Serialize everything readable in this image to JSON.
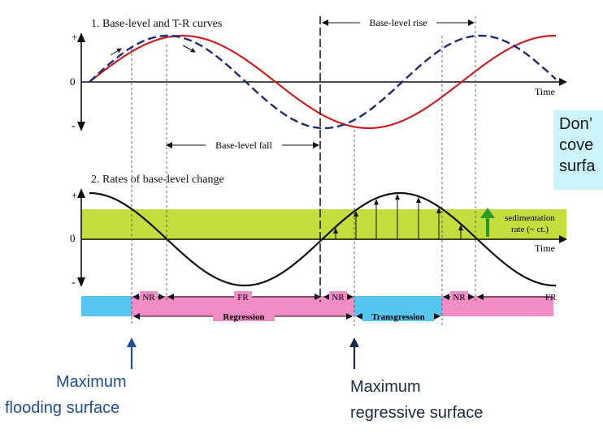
{
  "panel1": {
    "title": "1. Base-level and T-R curves",
    "y_plus": "+",
    "y_zero": "0",
    "y_minus": "-",
    "time_label": "Time",
    "base_level_rise": "Base-level rise",
    "base_level_fall": "Base-level fall"
  },
  "panel2": {
    "title": "2. Rates of base-level change",
    "y_plus": "+",
    "y_zero": "0",
    "y_minus": "-",
    "time_label": "Time",
    "sed_rate_line1": "sedimentation",
    "sed_rate_line2": "rate (~ ct.)"
  },
  "phases": {
    "nr1": "NR",
    "fr1": "FR",
    "nr2": "NR",
    "nr3": "NR",
    "fr2": "FR",
    "regression": "Regression",
    "transgression": "Transgression"
  },
  "annotations": {
    "mfs_line1": "Maximum",
    "mfs_line2": "flooding surface",
    "mrs_line1": "Maximum",
    "mrs_line2": "regressive surface"
  },
  "side_note": {
    "lines": [
      "Don’",
      "cove",
      "surfa"
    ]
  },
  "colors": {
    "red_curve": "#cc1f1f",
    "blue_curve": "#1f2a7a",
    "black_curve": "#111111",
    "sed_band": "#c4dc3c",
    "sed_arrow": "#2a9a2a",
    "bar_cyan": "#56c6f0",
    "bar_pink": "#f28cc4",
    "annotation_blue": "#1f4e9a",
    "side_note_bg": "#ccf4fb"
  }
}
